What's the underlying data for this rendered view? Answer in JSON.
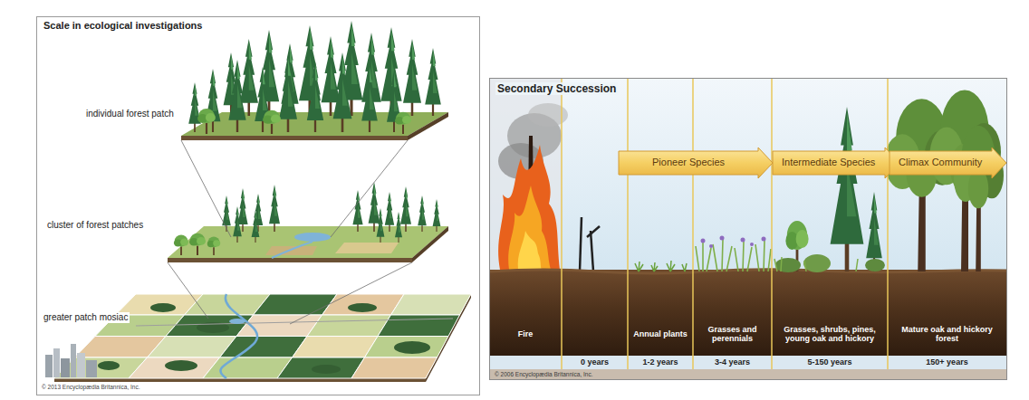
{
  "diagram": {
    "nodes": [
      {
        "text": [
          "Scale in ecological investigations"
        ]
      },
      {
        "text": [
          "Secondary Succession"
        ]
      },
      {
        "text": [
          "Pioneer Species"
        ],
        "in": 1
      },
      {
        "text": [
          "Intermediate Species"
        ],
        "in": 1
      },
      {
        "text": [
          "Climax Community"
        ],
        "in": 1
      }
    ],
    "labels": [
      "individual forest patch",
      "cluster of forest patches",
      "greater patch mosiac",
      "© 2013 Encyclopædia Britannica, Inc.",
      "Fire",
      "0 years",
      "Annual plants",
      "1-2 years",
      "Grasses and perennials",
      "3-4 years",
      "Grasses, shrubs, pines, young oak and hickory",
      "5-150 years",
      "Mature oak and hickory forest",
      "150+ years",
      "© 2006 Encyclopædia Britannica, Inc."
    ]
  }
}
